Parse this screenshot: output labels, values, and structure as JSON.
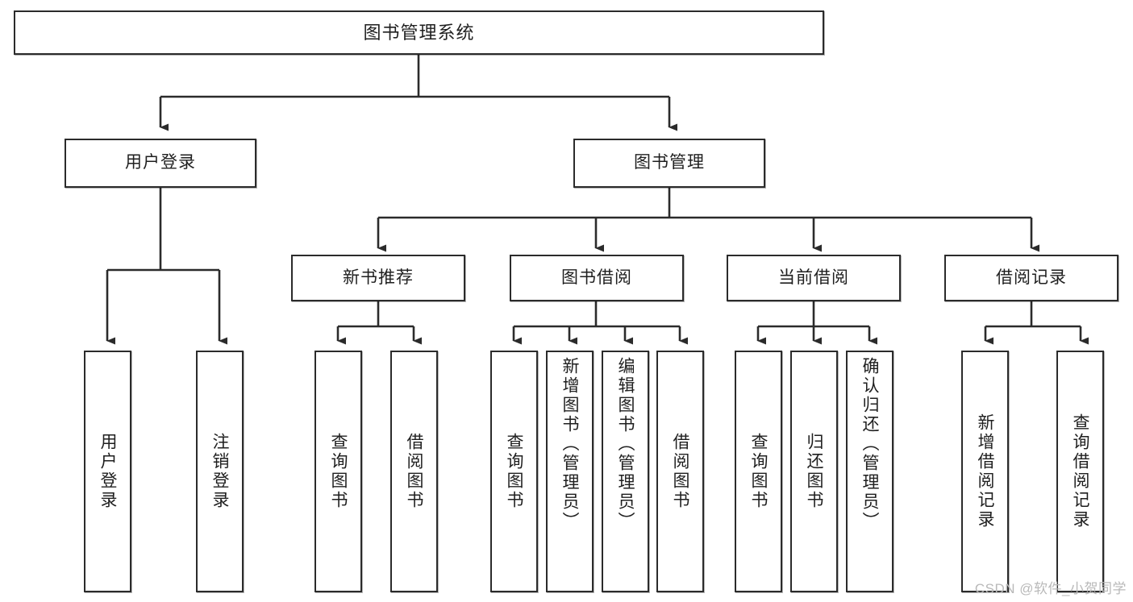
{
  "diagram": {
    "title": "图书管理系统",
    "type": "tree",
    "colors": {
      "box_border": "#2b2b2b",
      "box_fill": "#ffffff",
      "text": "#1f1f1f",
      "connector": "#2b2b2b",
      "watermark": "#b9b9b9",
      "background": "#ffffff"
    },
    "root": {
      "label": "图书管理系统"
    },
    "level2": [
      {
        "label": "用户登录"
      },
      {
        "label": "图书管理"
      }
    ],
    "level3": [
      {
        "label": "新书推荐"
      },
      {
        "label": "图书借阅"
      },
      {
        "label": "当前借阅"
      },
      {
        "label": "借阅记录"
      }
    ],
    "leaves": {
      "user_login": [
        {
          "label": "用户登录"
        },
        {
          "label": "注销登录"
        }
      ],
      "new_book_recommend": [
        {
          "label": "查询图书"
        },
        {
          "label": "借阅图书"
        }
      ],
      "book_borrow": [
        {
          "label": "查询图书"
        },
        {
          "label": "新增图书（管理员）"
        },
        {
          "label": "编辑图书（管理员）"
        },
        {
          "label": "借阅图书"
        }
      ],
      "current_borrow": [
        {
          "label": "查询图书"
        },
        {
          "label": "归还图书"
        },
        {
          "label": "确认归还（管理员）"
        }
      ],
      "borrow_record": [
        {
          "label": "新增借阅记录"
        },
        {
          "label": "查询借阅记录"
        }
      ]
    },
    "watermark": "CSDN @软件_小贺同学"
  }
}
